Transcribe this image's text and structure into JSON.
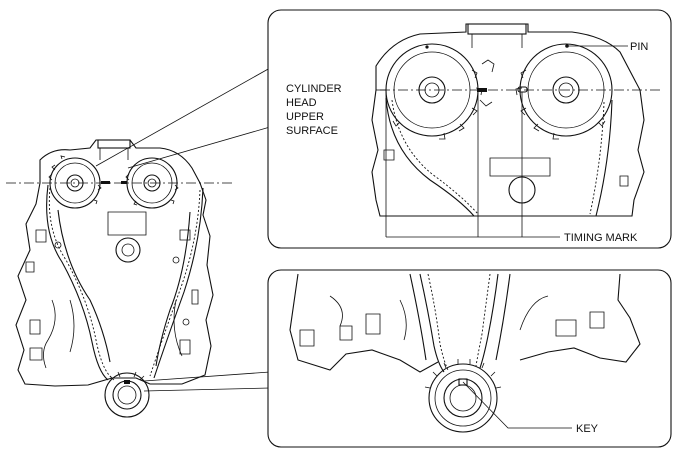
{
  "labels": {
    "pin": "PIN",
    "cylinder_head_line1": "CYLINDER",
    "cylinder_head_line2": "HEAD",
    "cylinder_head_line3": "UPPER",
    "cylinder_head_line4": "SURFACE",
    "timing_mark": "TIMING MARK",
    "key": "KEY"
  }
}
